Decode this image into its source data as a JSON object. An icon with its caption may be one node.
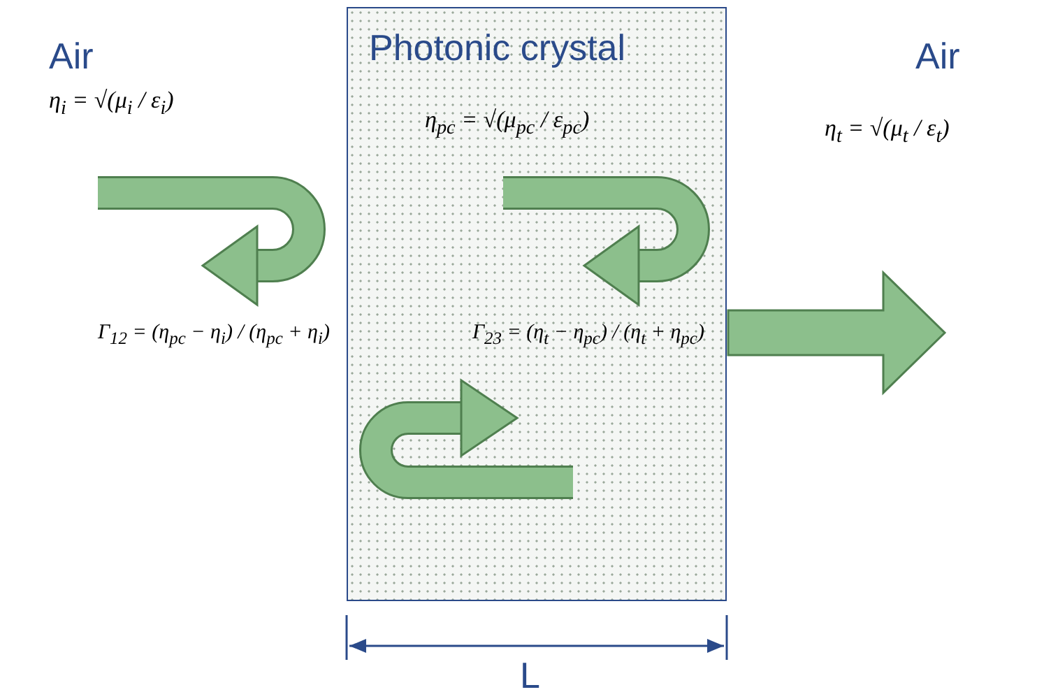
{
  "diagram": {
    "nodes": [
      {
        "text": [
          "Photonic crystal",
          "η$_{pc}$ = √(μ$_{pc}$ / ε$_{pc}$)"
        ]
      }
    ],
    "labels": [
      "Air",
      "η$_{i}$ = √(μ$_{i}$ / ε$_{i}$)",
      "Air",
      "η$_{t}$ = √(μ$_{t}$ / ε$_{t}$)",
      "Γ$_{12}$ = (η$_{pc}$ − η$_{i}$) / (η$_{pc}$ + η$_{i}$)",
      "Γ$_{23}$ = (η$_{t}$ − η$_{pc}$) / (η$_{t}$ + η$_{pc}$)",
      "L"
    ]
  }
}
